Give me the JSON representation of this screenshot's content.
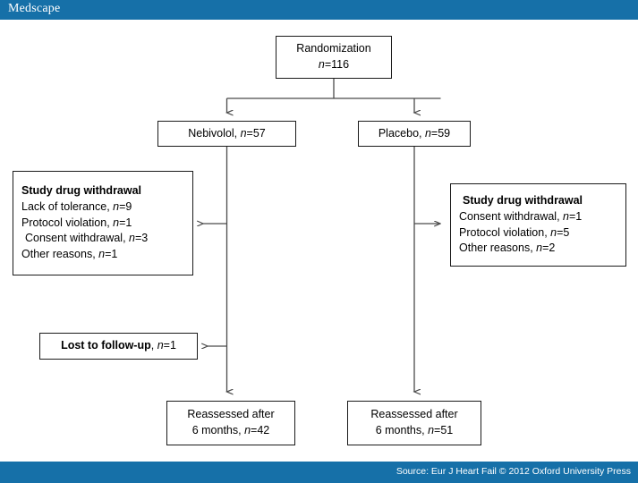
{
  "header": {
    "logo_text": "Medscape",
    "bar_color": "#1670a8"
  },
  "footer": {
    "source_text": "Source: Eur J Heart Fail © 2012 Oxford University Press",
    "bar_color": "#1670a8"
  },
  "diagram": {
    "type": "consort-flow-diagram",
    "nodes": {
      "randomization": {
        "line1": "Randomization",
        "n_label": "n",
        "n_value": "=116"
      },
      "nebivolol": {
        "prefix": "Nebivolol, ",
        "n_label": "n",
        "n_value": "=57"
      },
      "placebo": {
        "prefix": "Placebo, ",
        "n_label": "n",
        "n_value": "=59"
      },
      "withdrawal_left": {
        "title": "Study drug withdrawal",
        "rows": [
          {
            "text": "Lack of tolerance, ",
            "n_label": "n",
            "n_value": "=9"
          },
          {
            "text": "Protocol violation, ",
            "n_label": "n",
            "n_value": "=1"
          },
          {
            "text": "Consent withdrawal, ",
            "n_label": "n",
            "n_value": "=3"
          },
          {
            "text": "Other reasons, ",
            "n_label": "n",
            "n_value": "=1"
          }
        ]
      },
      "withdrawal_right": {
        "title": "Study drug withdrawal",
        "rows": [
          {
            "text": "Consent withdrawal, ",
            "n_label": "n",
            "n_value": "=1"
          },
          {
            "text": "Protocol violation, ",
            "n_label": "n",
            "n_value": "=5"
          },
          {
            "text": "Other reasons, ",
            "n_label": "n",
            "n_value": "=2"
          }
        ]
      },
      "lost_followup": {
        "title": "Lost to follow-up",
        "separator": ", ",
        "n_label": "n",
        "n_value": "=1"
      },
      "reassessed_left": {
        "line1": "Reassessed after",
        "line2_prefix": "6 months, ",
        "n_label": "n",
        "n_value": "=42"
      },
      "reassessed_right": {
        "line1": "Reassessed after",
        "line2_prefix": "6 months, ",
        "n_label": "n",
        "n_value": "=51"
      }
    },
    "line_color": "#4a4a4a",
    "box_border_color": "#1a1a1a"
  }
}
